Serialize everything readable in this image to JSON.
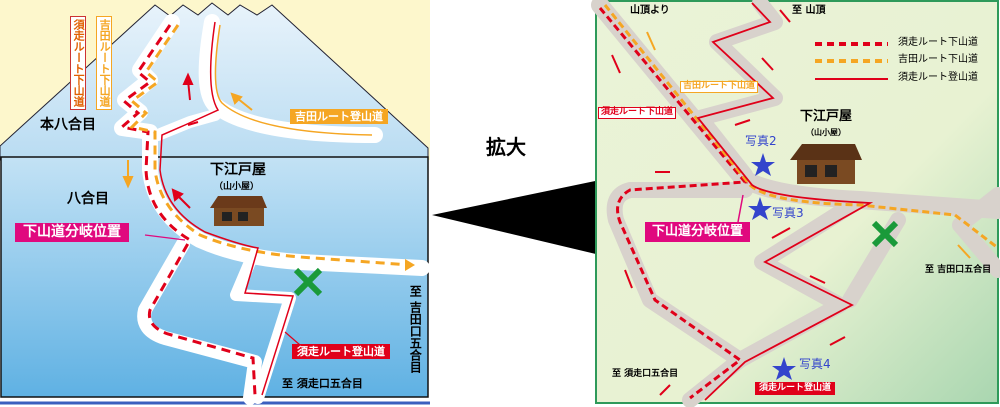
{
  "left_map": {
    "label_hon8": "本八合目",
    "label_8": "八合目",
    "hut_name": "下江戸屋",
    "hut_sub": "（山小屋）",
    "branch_label": "下山道分岐位置",
    "yoshida_up_label": "吉田ルート登山道",
    "subashiri_down_label": "須走ルート下山道",
    "yoshida_down_label": "吉田ルート下山道",
    "subashiri_up_label": "須走ルート登山道",
    "to_yoshida": "至 吉田口五合目",
    "to_subashiri": "至 須走口五合目"
  },
  "zoom_label": "拡大",
  "right_map": {
    "from_summit": "山頂より",
    "to_summit": "至 山頂",
    "legend": [
      {
        "label": "須走ルート下山道",
        "color": "#e0001a",
        "style": "dashed"
      },
      {
        "label": "吉田ルート下山道",
        "color": "#f5a623",
        "style": "dashed"
      },
      {
        "label": "須走ルート登山道",
        "color": "#e0001a",
        "style": "solid"
      }
    ],
    "yoshida_down_label": "吉田ルート下山道",
    "subashiri_down_label": "須走ルート下山道",
    "hut_name": "下江戸屋",
    "hut_sub": "（山小屋）",
    "photo2": "写真2",
    "photo3": "写真3",
    "photo4": "写真4",
    "branch_label": "下山道分岐位置",
    "to_yoshida": "至 吉田口五合目",
    "to_subashiri": "至 須走口五合目",
    "subashiri_up_label": "須走ルート登山道"
  },
  "colors": {
    "red": "#e0001a",
    "orange": "#f5a623",
    "magenta": "#e0097e",
    "green": "#1a9a3a",
    "star": "#3344cc"
  }
}
